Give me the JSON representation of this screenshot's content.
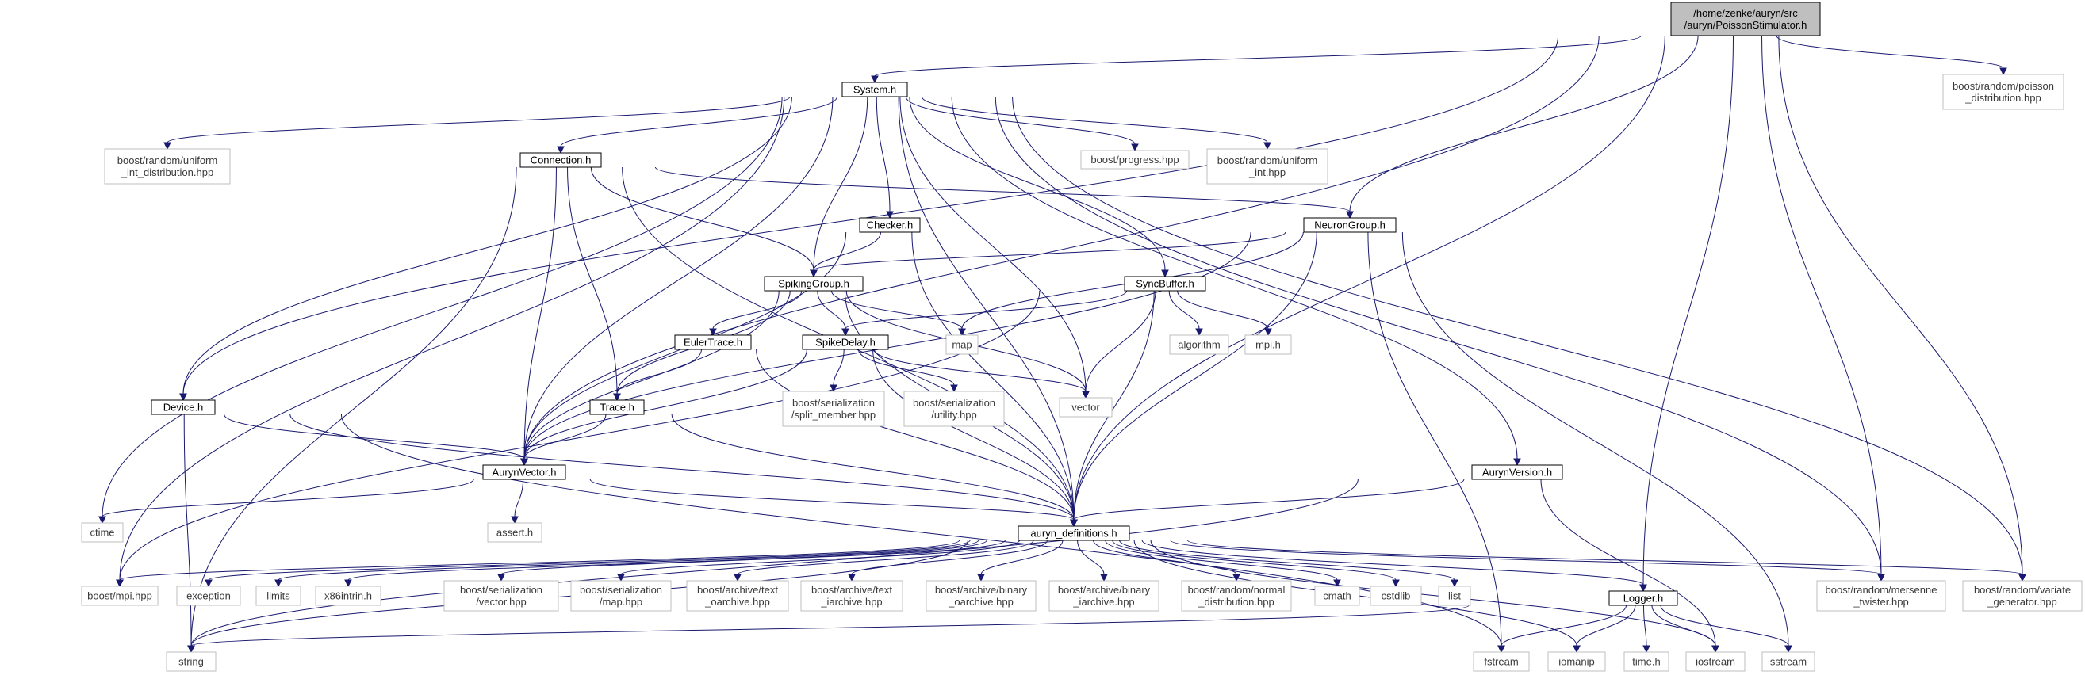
{
  "diagram": {
    "type": "include-dependency-graph",
    "nodes": [
      {
        "id": "root",
        "style": "root",
        "lines": [
          "/home/zenke/auryn/src",
          "/auryn/PoissonStimulator.h"
        ]
      },
      {
        "id": "system",
        "style": "main",
        "lines": [
          "System.h"
        ]
      },
      {
        "id": "poisson_dist",
        "style": "ext",
        "lines": [
          "boost/random/poisson",
          "_distribution.hpp"
        ]
      },
      {
        "id": "uniform_int_dist",
        "style": "ext",
        "lines": [
          "boost/random/uniform",
          "_int_distribution.hpp"
        ]
      },
      {
        "id": "connection",
        "style": "main",
        "lines": [
          "Connection.h"
        ]
      },
      {
        "id": "progress",
        "style": "ext",
        "lines": [
          "boost/progress.hpp"
        ]
      },
      {
        "id": "uniform_int",
        "style": "ext",
        "lines": [
          "boost/random/uniform",
          "_int.hpp"
        ]
      },
      {
        "id": "checker",
        "style": "main",
        "lines": [
          "Checker.h"
        ]
      },
      {
        "id": "neurongroup",
        "style": "main",
        "lines": [
          "NeuronGroup.h"
        ]
      },
      {
        "id": "spikinggroup",
        "style": "main",
        "lines": [
          "SpikingGroup.h"
        ]
      },
      {
        "id": "syncbuffer",
        "style": "main",
        "lines": [
          "SyncBuffer.h"
        ]
      },
      {
        "id": "map",
        "style": "ext",
        "lines": [
          "map"
        ]
      },
      {
        "id": "algorithm",
        "style": "ext",
        "lines": [
          "algorithm"
        ]
      },
      {
        "id": "mpih",
        "style": "ext",
        "lines": [
          "mpi.h"
        ]
      },
      {
        "id": "eulertrace",
        "style": "main",
        "lines": [
          "EulerTrace.h"
        ]
      },
      {
        "id": "spikedelay",
        "style": "main",
        "lines": [
          "SpikeDelay.h"
        ]
      },
      {
        "id": "split_member",
        "style": "ext",
        "lines": [
          "boost/serialization",
          "/split_member.hpp"
        ]
      },
      {
        "id": "utility",
        "style": "ext",
        "lines": [
          "boost/serialization",
          "/utility.hpp"
        ]
      },
      {
        "id": "vector",
        "style": "ext",
        "lines": [
          "vector"
        ]
      },
      {
        "id": "device",
        "style": "main",
        "lines": [
          "Device.h"
        ]
      },
      {
        "id": "trace",
        "style": "main",
        "lines": [
          "Trace.h"
        ]
      },
      {
        "id": "aurynvector",
        "style": "main",
        "lines": [
          "AurynVector.h"
        ]
      },
      {
        "id": "aurynversion",
        "style": "main",
        "lines": [
          "AurynVersion.h"
        ]
      },
      {
        "id": "ctime",
        "style": "ext",
        "lines": [
          "ctime"
        ]
      },
      {
        "id": "asserth",
        "style": "ext",
        "lines": [
          "assert.h"
        ]
      },
      {
        "id": "defs",
        "style": "main",
        "lines": [
          "auryn_definitions.h"
        ]
      },
      {
        "id": "boostmpi",
        "style": "ext",
        "lines": [
          "boost/mpi.hpp"
        ]
      },
      {
        "id": "exception",
        "style": "ext",
        "lines": [
          "exception"
        ]
      },
      {
        "id": "limits",
        "style": "ext",
        "lines": [
          "limits"
        ]
      },
      {
        "id": "x86intrin",
        "style": "ext",
        "lines": [
          "x86intrin.h"
        ]
      },
      {
        "id": "ser_vector",
        "style": "ext",
        "lines": [
          "boost/serialization",
          "/vector.hpp"
        ]
      },
      {
        "id": "ser_map",
        "style": "ext",
        "lines": [
          "boost/serialization",
          "/map.hpp"
        ]
      },
      {
        "id": "text_oarchive",
        "style": "ext",
        "lines": [
          "boost/archive/text",
          "_oarchive.hpp"
        ]
      },
      {
        "id": "text_iarchive",
        "style": "ext",
        "lines": [
          "boost/archive/text",
          "_iarchive.hpp"
        ]
      },
      {
        "id": "binary_oarchive",
        "style": "ext",
        "lines": [
          "boost/archive/binary",
          "_oarchive.hpp"
        ]
      },
      {
        "id": "binary_iarchive",
        "style": "ext",
        "lines": [
          "boost/archive/binary",
          "_iarchive.hpp"
        ]
      },
      {
        "id": "normal_dist",
        "style": "ext",
        "lines": [
          "boost/random/normal",
          "_distribution.hpp"
        ]
      },
      {
        "id": "cmath",
        "style": "ext",
        "lines": [
          "cmath"
        ]
      },
      {
        "id": "cstdlib",
        "style": "ext",
        "lines": [
          "cstdlib"
        ]
      },
      {
        "id": "list",
        "style": "ext",
        "lines": [
          "list"
        ]
      },
      {
        "id": "logger",
        "style": "main",
        "lines": [
          "Logger.h"
        ]
      },
      {
        "id": "mersenne",
        "style": "ext",
        "lines": [
          "boost/random/mersenne",
          "_twister.hpp"
        ]
      },
      {
        "id": "variate",
        "style": "ext",
        "lines": [
          "boost/random/variate",
          "_generator.hpp"
        ]
      },
      {
        "id": "string",
        "style": "ext",
        "lines": [
          "string"
        ]
      },
      {
        "id": "fstream",
        "style": "ext",
        "lines": [
          "fstream"
        ]
      },
      {
        "id": "iomanip",
        "style": "ext",
        "lines": [
          "iomanip"
        ]
      },
      {
        "id": "timeh",
        "style": "ext",
        "lines": [
          "time.h"
        ]
      },
      {
        "id": "iostream",
        "style": "ext",
        "lines": [
          "iostream"
        ]
      },
      {
        "id": "sstream",
        "style": "ext",
        "lines": [
          "sstream"
        ]
      }
    ],
    "edges": [
      [
        "root",
        "system"
      ],
      [
        "root",
        "poisson_dist"
      ],
      [
        "root",
        "neurongroup"
      ],
      [
        "root",
        "device"
      ],
      [
        "root",
        "aurynvector"
      ],
      [
        "root",
        "defs"
      ],
      [
        "root",
        "logger"
      ],
      [
        "root",
        "mersenne"
      ],
      [
        "root",
        "variate"
      ],
      [
        "system",
        "uniform_int_dist"
      ],
      [
        "system",
        "connection"
      ],
      [
        "system",
        "progress"
      ],
      [
        "system",
        "uniform_int"
      ],
      [
        "system",
        "checker"
      ],
      [
        "system",
        "spikinggroup"
      ],
      [
        "system",
        "syncbuffer"
      ],
      [
        "system",
        "vector"
      ],
      [
        "system",
        "device"
      ],
      [
        "system",
        "aurynvector"
      ],
      [
        "system",
        "aurynversion"
      ],
      [
        "system",
        "ctime"
      ],
      [
        "system",
        "boostmpi"
      ],
      [
        "system",
        "defs"
      ],
      [
        "system",
        "mersenne"
      ],
      [
        "system",
        "variate"
      ],
      [
        "connection",
        "neurongroup"
      ],
      [
        "connection",
        "spikinggroup"
      ],
      [
        "connection",
        "trace"
      ],
      [
        "connection",
        "aurynvector"
      ],
      [
        "connection",
        "defs"
      ],
      [
        "connection",
        "string"
      ],
      [
        "checker",
        "spikinggroup"
      ],
      [
        "checker",
        "aurynvector"
      ],
      [
        "checker",
        "defs"
      ],
      [
        "neurongroup",
        "spikinggroup"
      ],
      [
        "neurongroup",
        "map"
      ],
      [
        "neurongroup",
        "aurynvector"
      ],
      [
        "neurongroup",
        "defs"
      ],
      [
        "neurongroup",
        "fstream"
      ],
      [
        "neurongroup",
        "sstream"
      ],
      [
        "spikinggroup",
        "eulertrace"
      ],
      [
        "spikinggroup",
        "spikedelay"
      ],
      [
        "spikinggroup",
        "map"
      ],
      [
        "spikinggroup",
        "vector"
      ],
      [
        "spikinggroup",
        "trace"
      ],
      [
        "spikinggroup",
        "aurynvector"
      ],
      [
        "spikinggroup",
        "defs"
      ],
      [
        "syncbuffer",
        "spikedelay"
      ],
      [
        "syncbuffer",
        "algorithm"
      ],
      [
        "syncbuffer",
        "mpih"
      ],
      [
        "syncbuffer",
        "vector"
      ],
      [
        "syncbuffer",
        "defs"
      ],
      [
        "syncbuffer",
        "boostmpi"
      ],
      [
        "eulertrace",
        "trace"
      ],
      [
        "eulertrace",
        "defs"
      ],
      [
        "spikedelay",
        "split_member"
      ],
      [
        "spikedelay",
        "utility"
      ],
      [
        "spikedelay",
        "vector"
      ],
      [
        "spikedelay",
        "aurynvector"
      ],
      [
        "spikedelay",
        "defs"
      ],
      [
        "device",
        "aurynvector"
      ],
      [
        "device",
        "defs"
      ],
      [
        "device",
        "string"
      ],
      [
        "device",
        "fstream"
      ],
      [
        "trace",
        "aurynvector"
      ],
      [
        "trace",
        "defs"
      ],
      [
        "aurynvector",
        "ctime"
      ],
      [
        "aurynvector",
        "asserth"
      ],
      [
        "aurynvector",
        "defs"
      ],
      [
        "aurynversion",
        "defs"
      ],
      [
        "aurynversion",
        "string"
      ],
      [
        "aurynversion",
        "iostream"
      ],
      [
        "defs",
        "boostmpi"
      ],
      [
        "defs",
        "exception"
      ],
      [
        "defs",
        "limits"
      ],
      [
        "defs",
        "x86intrin"
      ],
      [
        "defs",
        "ser_vector"
      ],
      [
        "defs",
        "ser_map"
      ],
      [
        "defs",
        "text_oarchive"
      ],
      [
        "defs",
        "text_iarchive"
      ],
      [
        "defs",
        "binary_oarchive"
      ],
      [
        "defs",
        "binary_iarchive"
      ],
      [
        "defs",
        "normal_dist"
      ],
      [
        "defs",
        "cmath"
      ],
      [
        "defs",
        "cstdlib"
      ],
      [
        "defs",
        "list"
      ],
      [
        "defs",
        "logger"
      ],
      [
        "defs",
        "mersenne"
      ],
      [
        "defs",
        "variate"
      ],
      [
        "defs",
        "string"
      ],
      [
        "defs",
        "iomanip"
      ],
      [
        "defs",
        "iostream"
      ],
      [
        "logger",
        "string"
      ],
      [
        "logger",
        "fstream"
      ],
      [
        "logger",
        "iomanip"
      ],
      [
        "logger",
        "timeh"
      ],
      [
        "logger",
        "iostream"
      ],
      [
        "logger",
        "sstream"
      ]
    ]
  },
  "colors": {
    "edge": "#191970",
    "root_fill": "#bfbfbf",
    "main_border": "#000000",
    "ext_border": "#bfbfbf"
  }
}
